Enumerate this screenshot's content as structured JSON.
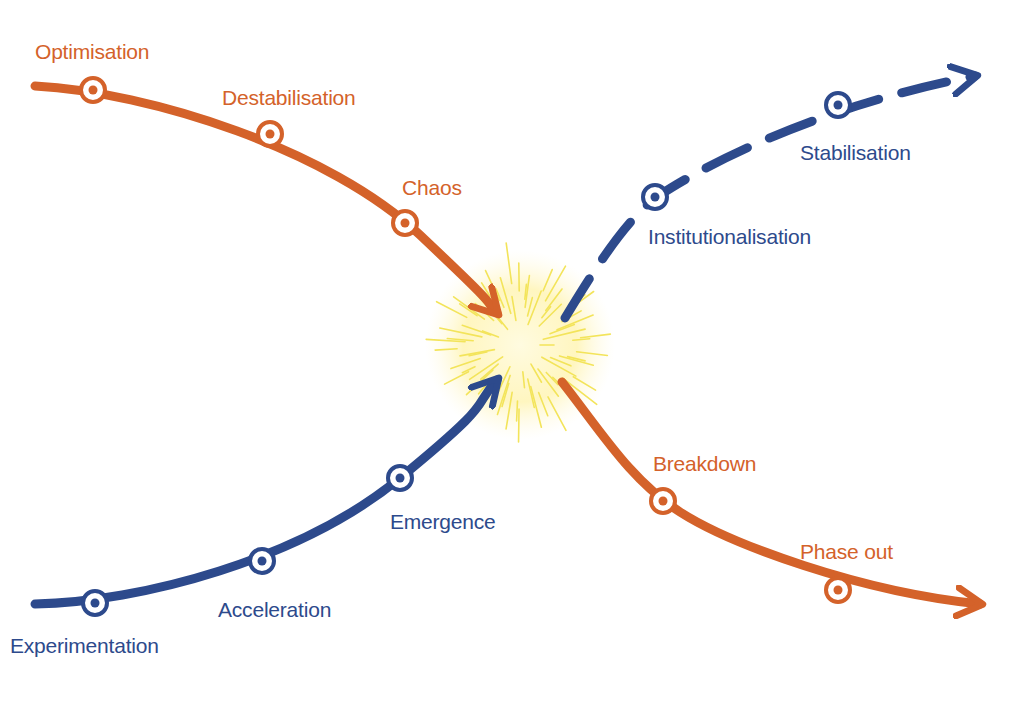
{
  "diagram": {
    "labels": [
      "Optimisation",
      "Destabilisation",
      "Chaos",
      "Breakdown",
      "Phase out",
      "Experimentation",
      "Acceleration",
      "Emergence",
      "Institutionalisation",
      "Stabilisation"
    ]
  }
}
